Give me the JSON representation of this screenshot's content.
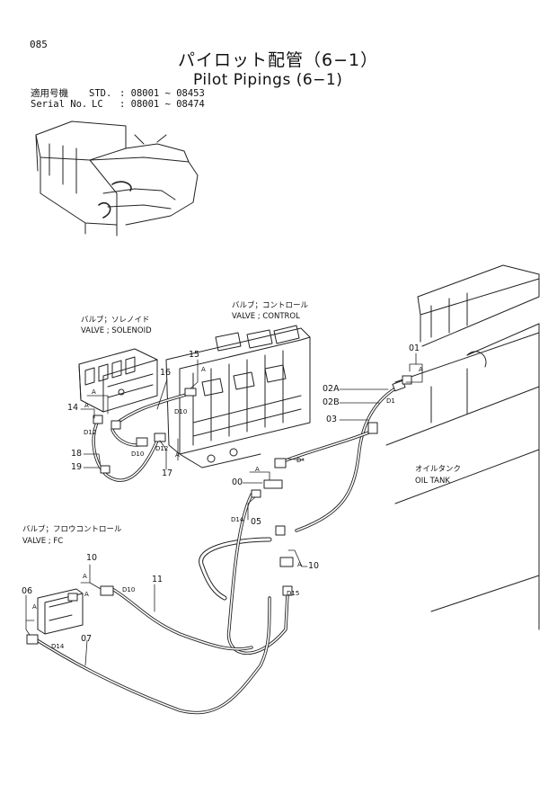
{
  "page_number": "085",
  "title_jp": "パイロット配管（6−1）",
  "title_en": "Pilot Pipings (6−1)",
  "serial": {
    "row1_label": "適用号機",
    "row1_model": "STD.",
    "row1_range": ": 08001 ~ 08453",
    "row2_label": "Serial No.",
    "row2_model": "LC",
    "row2_range": ": 08001 ~ 08474"
  },
  "labels": {
    "control_jp": "バルブ；コントロール",
    "control_en": "VALVE ; CONTROL",
    "solenoid_jp": "バルブ；ソレノイド",
    "solenoid_en": "VALVE ; SOLENOID",
    "tank_jp": "オイルタンク",
    "tank_en": "OIL  TANK",
    "fc_jp": "バルブ；フロウコントロール",
    "fc_en": "VALVE ; FC"
  },
  "refs": {
    "r01": "01",
    "r02a": "02A",
    "r02b": "02B",
    "r03": "03",
    "r00": "00",
    "r05": "05",
    "r06": "06",
    "r07": "07",
    "r10a": "10",
    "r10b": "10",
    "r11": "11",
    "r14": "14",
    "r15": "15",
    "r16": "16",
    "r17": "17",
    "r18": "18",
    "r19": "19"
  },
  "markers": {
    "a1": "A",
    "a2": "A",
    "a3": "A",
    "a4": "A",
    "a5": "A",
    "a6": "A",
    "a7": "A",
    "a8": "A",
    "a9": "A",
    "a10": "A"
  },
  "dims": {
    "d10a": "D10",
    "d10b": "D10",
    "d12a": "D12",
    "d12b": "D12",
    "d1a": "D1",
    "d1b": "D*",
    "d14a": "D14",
    "d14b": "D14",
    "d10c": "D10",
    "d15": "D15"
  }
}
